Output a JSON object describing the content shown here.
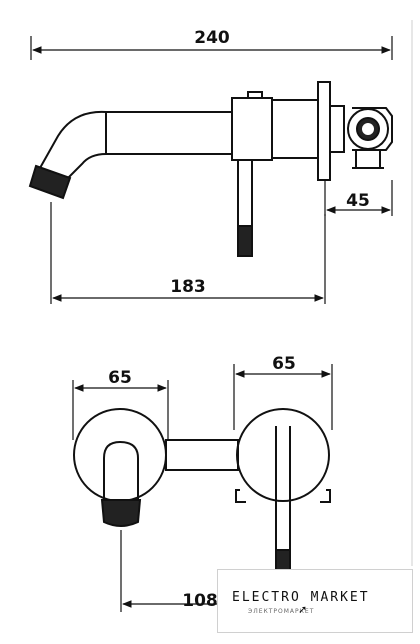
{
  "dimensions": {
    "top_width": "240",
    "spout_reach": "183",
    "wall_depth": "45",
    "left_rosette": "65",
    "right_rosette": "65",
    "bottom_span": "108"
  },
  "watermark": {
    "brand": "ELECTRO MARKET",
    "tagline": "ЭЛЕКТРОМАРКЕТ"
  }
}
